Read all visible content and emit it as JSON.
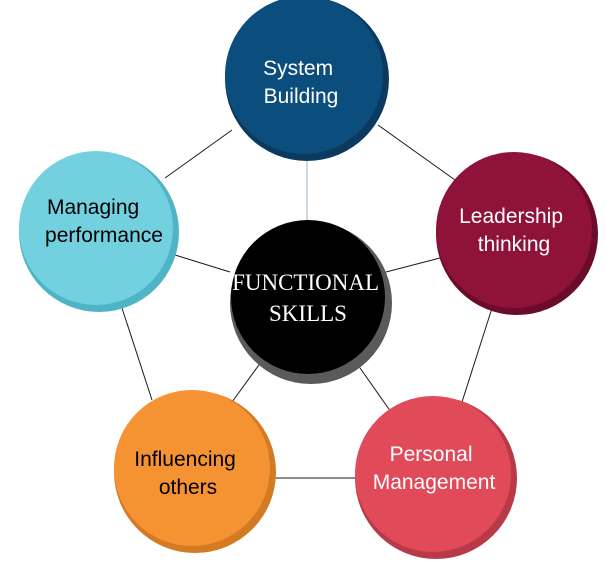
{
  "center": {
    "line1": "FUNCTIONAL",
    "line2": "SKILLS",
    "fill": "#000000",
    "shadow": "#5a5a5a"
  },
  "nodes": [
    {
      "id": "system-building",
      "lines": [
        "System",
        "Building"
      ],
      "fill": "#0b4d7c",
      "shade": "#0a3a5f",
      "text_color": "#ffffff"
    },
    {
      "id": "leadership-thinking",
      "lines": [
        "Leadership",
        "thinking"
      ],
      "fill": "#8e1239",
      "shade": "#6b0d2a",
      "text_color": "#ffffff"
    },
    {
      "id": "personal-management",
      "lines": [
        "Personal",
        "Management"
      ],
      "fill": "#e04a59",
      "shade": "#b83947",
      "text_color": "#ffffff"
    },
    {
      "id": "influencing-others",
      "lines": [
        "Influencing",
        "others"
      ],
      "fill": "#f59332",
      "shade": "#d37a22",
      "text_color": "#000000"
    },
    {
      "id": "managing-performance",
      "lines": [
        "Managing",
        "performance"
      ],
      "fill": "#72d0df",
      "shade": "#4eb4c6",
      "text_color": "#000000"
    }
  ]
}
